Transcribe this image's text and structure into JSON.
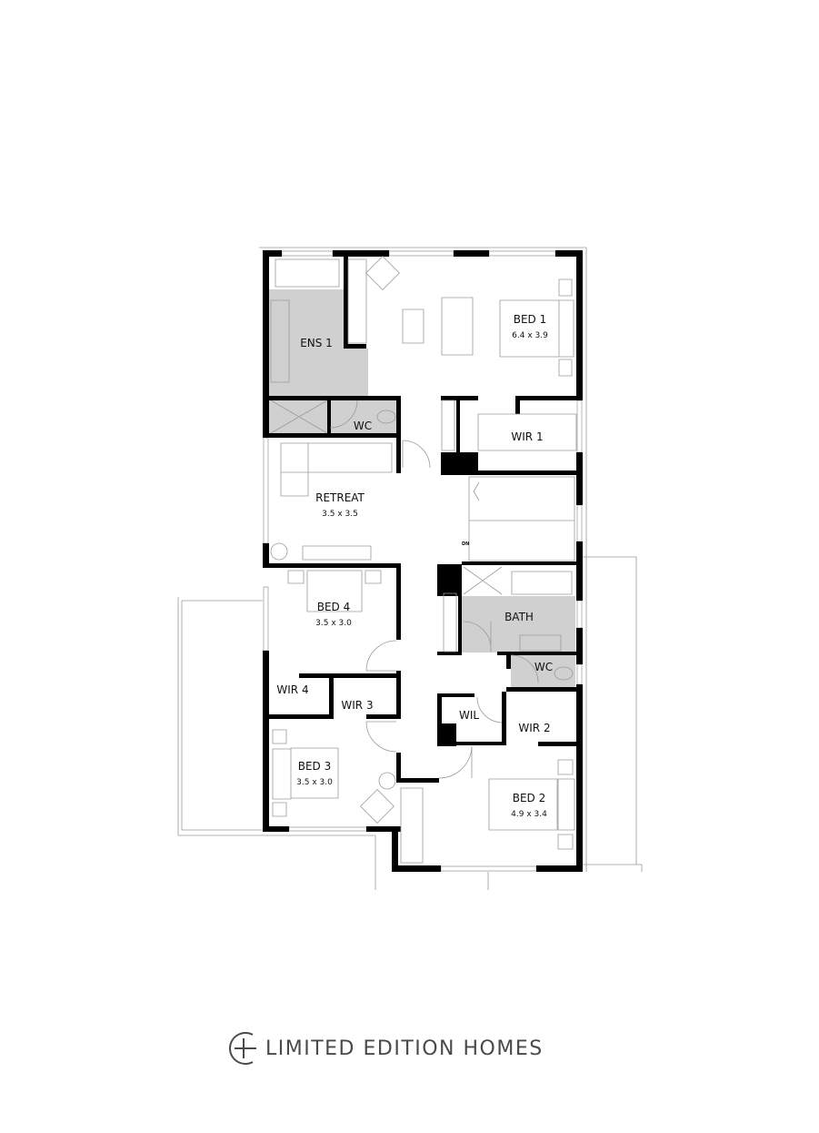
{
  "floor_plan": {
    "rooms": [
      {
        "id": "bed1",
        "name": "BED 1",
        "dims": "6.4 x 3.9"
      },
      {
        "id": "ens1",
        "name": "ENS 1"
      },
      {
        "id": "wc1",
        "name": "WC"
      },
      {
        "id": "wir1",
        "name": "WIR 1"
      },
      {
        "id": "retreat",
        "name": "RETREAT",
        "dims": "3.5 x 3.5"
      },
      {
        "id": "bed4",
        "name": "BED 4",
        "dims": "3.5 x 3.0"
      },
      {
        "id": "wir4",
        "name": "WIR 4"
      },
      {
        "id": "wir3",
        "name": "WIR 3"
      },
      {
        "id": "bed3",
        "name": "BED 3",
        "dims": "3.5 x 3.0"
      },
      {
        "id": "bath",
        "name": "BATH"
      },
      {
        "id": "wc2",
        "name": "WC"
      },
      {
        "id": "wil",
        "name": "WIL"
      },
      {
        "id": "wir2",
        "name": "WIR 2"
      },
      {
        "id": "bed2",
        "name": "BED 2",
        "dims": "4.9 x 3.4"
      }
    ],
    "stair_label": "DN",
    "wet_area_color": "#d0d0d0",
    "wall_color": "#000000"
  },
  "brand": {
    "logo_text": "LIMITED EDITION HOMES",
    "logo_icon": "circle-plus-icon",
    "color": "#4a4a4a"
  }
}
